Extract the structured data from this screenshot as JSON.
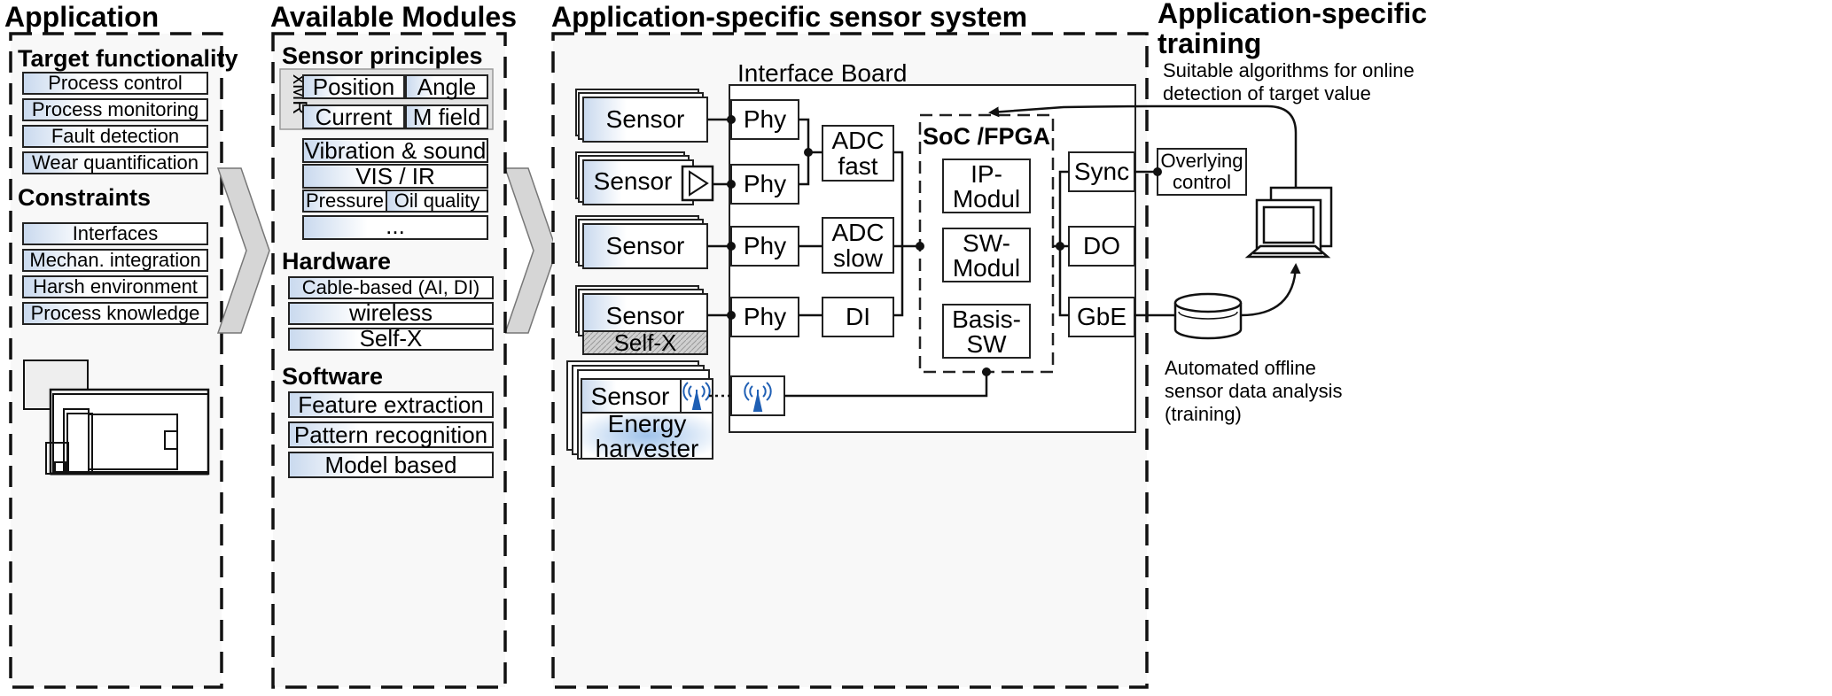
{
  "application": {
    "title": "Application",
    "target_title": "Target functionality",
    "target_items": [
      "Process control",
      "Process monitoring",
      "Fault detection",
      "Wear quantification"
    ],
    "constraints_title": "Constraints",
    "constraint_items": [
      "Interfaces",
      "Mechan. integration",
      "Harsh environment",
      "Process knowledge"
    ]
  },
  "modules": {
    "title": "Available Modules",
    "sensor_title": "Sensor principles",
    "xmr_label": "xMR",
    "xmr_items": [
      "Position",
      "Angle",
      "Current",
      "M field"
    ],
    "vibration": "Vibration & sound",
    "visir": "VIS / IR",
    "pressure": "Pressure",
    "oil": "Oil quality",
    "ellipsis": "...",
    "hardware_title": "Hardware",
    "hardware_items": [
      "Cable-based (AI, DI)",
      "wireless",
      "Self-X"
    ],
    "software_title": "Software",
    "software_items": [
      "Feature extraction",
      "Pattern recognition",
      "Model based"
    ]
  },
  "system": {
    "title": "Application-specific sensor system",
    "board_title": "Interface Board",
    "sensor": "Sensor",
    "selfx": "Self-X",
    "energy_line1": "Energy",
    "energy_line2": "harvester",
    "phy": "Phy",
    "adc_fast_1": "ADC",
    "adc_fast_2": "fast",
    "adc_slow_1": "ADC",
    "adc_slow_2": "slow",
    "di": "DI",
    "soc_title": "SoC /FPGA",
    "ip_1": "IP-",
    "ip_2": "Modul",
    "sw_1": "SW-",
    "sw_2": "Modul",
    "basis_1": "Basis-",
    "basis_2": "SW",
    "sync": "Sync",
    "do": "DO",
    "gbe": "GbE",
    "overlying_1": "Overlying",
    "overlying_2": "control"
  },
  "training": {
    "title_1": "Application-specific",
    "title_2": "training",
    "desc_1": "Suitable algorithms for online",
    "desc_2": "detection of target value",
    "offline_1": "Automated offline",
    "offline_2": "sensor data analysis",
    "offline_3": "(training)"
  },
  "colors": {
    "module_fill": "#dfe9f3",
    "border": "#111111",
    "grey_box": "#d9d9d9"
  }
}
